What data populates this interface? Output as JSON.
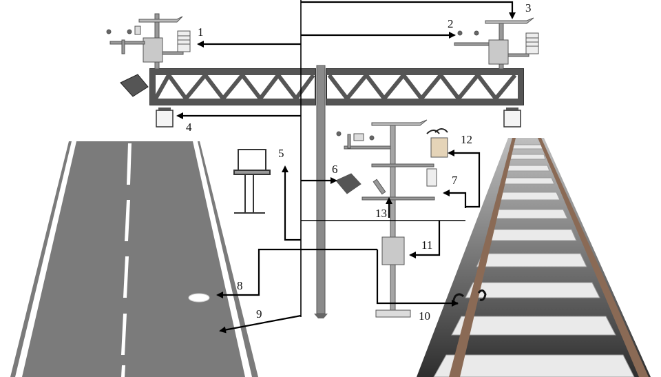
{
  "labels": {
    "n1": "1",
    "n2": "2",
    "n3": "3",
    "n4": "4",
    "n5": "5",
    "n6": "6",
    "n7": "7",
    "n8": "8",
    "n9": "9",
    "n10": "10",
    "n11": "11",
    "n12": "12",
    "n13": "13"
  },
  "colors": {
    "road": "#7b7b7b",
    "truss": "#4a4a4a",
    "pole": "#8a8a8a",
    "leader": "#000000",
    "sleeper": "#e8e8e8",
    "ballast": "#3c3c3c",
    "rail": "#8a6a55"
  }
}
